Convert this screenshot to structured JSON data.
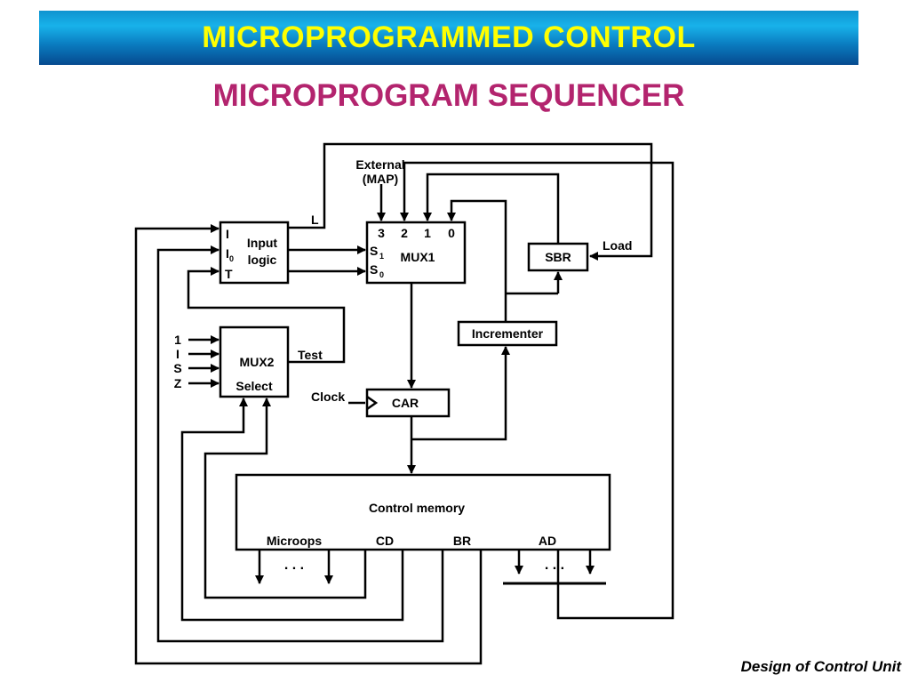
{
  "slide": {
    "title": "MICROPROGRAMMED  CONTROL",
    "subtitle": "MICROPROGRAM  SEQUENCER",
    "footer": "Design of Control Unit"
  },
  "colors": {
    "banner_top": "#18b2ea",
    "banner_bottom": "#064a8f",
    "title_text": "#ffff00",
    "subtitle_text": "#b3246e"
  },
  "diagram": {
    "external_label_1": "External",
    "external_label_2": "(MAP)",
    "l_label": "L",
    "input_logic": {
      "label_1": "Input",
      "label_2": "logic",
      "pin_i1": "I",
      "pin_i0": "I",
      "pin_i0_sub": "0",
      "pin_t": "T"
    },
    "mux1": {
      "label": "MUX1",
      "inputs": [
        "3",
        "2",
        "1",
        "0"
      ],
      "s1": "S",
      "s1_sub": "1",
      "s0": "S",
      "s0_sub": "0"
    },
    "sbr": {
      "label": "SBR",
      "load": "Load"
    },
    "incrementer": {
      "label": "Incrementer"
    },
    "mux2": {
      "label": "MUX2",
      "select": "Select",
      "inputs": [
        "1",
        "I",
        "S",
        "Z"
      ],
      "test": "Test"
    },
    "car": {
      "label": "CAR",
      "clock": "Clock"
    },
    "control_memory": {
      "label": "Control memory",
      "fields": [
        "Microops",
        "CD",
        "BR",
        "AD"
      ],
      "dots": ". . ."
    }
  }
}
